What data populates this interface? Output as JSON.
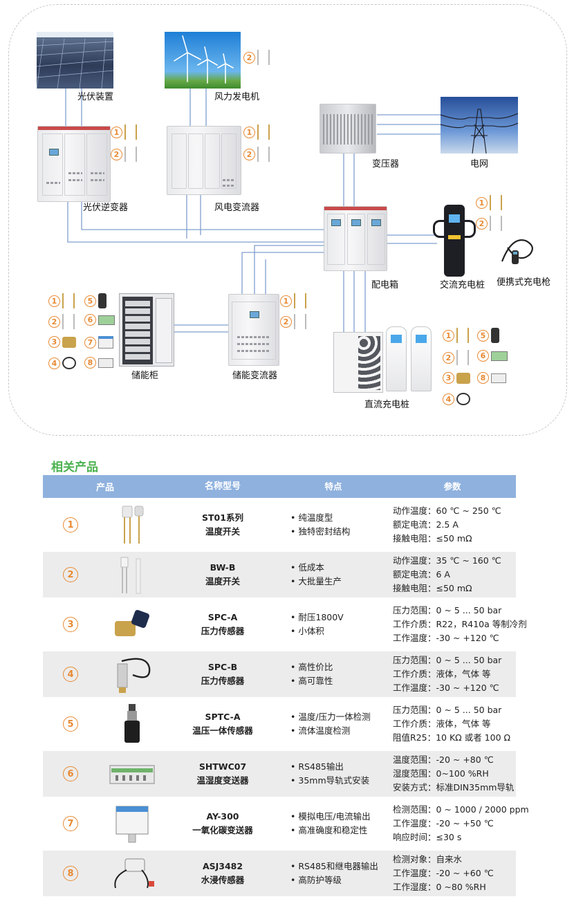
{
  "diagram": {
    "labels": {
      "pv": "光伏装置",
      "wind": "风力发电机",
      "pv_inverter": "光伏逆变器",
      "wind_converter": "风电变流器",
      "transformer": "变压器",
      "grid": "电网",
      "distribution": "配电箱",
      "ac_charger": "交流充电桩",
      "portable_gun": "便携式充电枪",
      "storage_cabinet": "储能柜",
      "storage_converter": "储能变流器",
      "dc_charger": "直流充电桩"
    },
    "markers": {
      "n1": "1",
      "n2": "2",
      "n3": "3",
      "n4": "4",
      "n5": "5",
      "n6": "6",
      "n7": "7",
      "n8": "8"
    }
  },
  "products": {
    "heading": "相关产品",
    "columns": [
      "产品",
      "名称型号",
      "特点",
      "参数"
    ],
    "rows": [
      {
        "no": "1",
        "model": "ST01系列",
        "kind": "温度开关",
        "features": [
          "纯温度型",
          "独特密封结构"
        ],
        "params": [
          "动作温度：60 ℃ ~ 250 ℃",
          "额定电流：2.5 A",
          "接触电阻：≤50 mΩ"
        ]
      },
      {
        "no": "2",
        "model": "BW-B",
        "kind": "温度开关",
        "features": [
          "低成本",
          "大批量生产"
        ],
        "params": [
          "动作温度：35 ℃ ~ 160 ℃",
          "额定电流：6 A",
          "接触电阻：≤50 mΩ"
        ]
      },
      {
        "no": "3",
        "model": "SPC-A",
        "kind": "压力传感器",
        "features": [
          "耐压1800V",
          "小体积"
        ],
        "params": [
          "压力范围：0 ~ 5 ... 50 bar",
          "工作介质：R22，R410a 等制冷剂",
          "工作温度：-30 ~ +120 ℃"
        ]
      },
      {
        "no": "4",
        "model": "SPC-B",
        "kind": "压力传感器",
        "features": [
          "高性价比",
          "高可靠性"
        ],
        "params": [
          "压力范围：0 ~ 5 ... 50 bar",
          "工作介质：液体，气体 等",
          "工作温度：-30 ~ +120 ℃"
        ]
      },
      {
        "no": "5",
        "model": "SPTC-A",
        "kind": "温压一体传感器",
        "features": [
          "温度/压力一体检测",
          "流体温度检测"
        ],
        "params": [
          "压力范围：0 ~ 5 ... 50 bar",
          "工作介质：液体，气体 等",
          "阻值R25：10 KΩ 或者 100 Ω"
        ]
      },
      {
        "no": "6",
        "model": "SHTWC07",
        "kind": "温湿度变送器",
        "features": [
          "RS485输出",
          "35mm导轨式安装"
        ],
        "params": [
          "温度范围：-20 ~ +80 ℃",
          "湿度范围：0~100 %RH",
          "安装方式：标准DIN35mm导轨"
        ]
      },
      {
        "no": "7",
        "model": "AY-300",
        "kind": "一氧化碳变送器",
        "features": [
          "模拟电压/电流输出",
          "高准确度和稳定性"
        ],
        "params": [
          "检测范围：0 ~ 1000 / 2000 ppm",
          "工作温度：-20 ~ +50 ℃",
          "响应时间：≤30 s"
        ]
      },
      {
        "no": "8",
        "model": "ASJ3482",
        "kind": "水浸传感器",
        "features": [
          "RS485和继电器输出",
          "高防护等级"
        ],
        "params": [
          "检测对象：自来水",
          "工作温度：-20 ~ +60 ℃",
          "工作湿度：0 ~80 %RH"
        ]
      }
    ]
  }
}
